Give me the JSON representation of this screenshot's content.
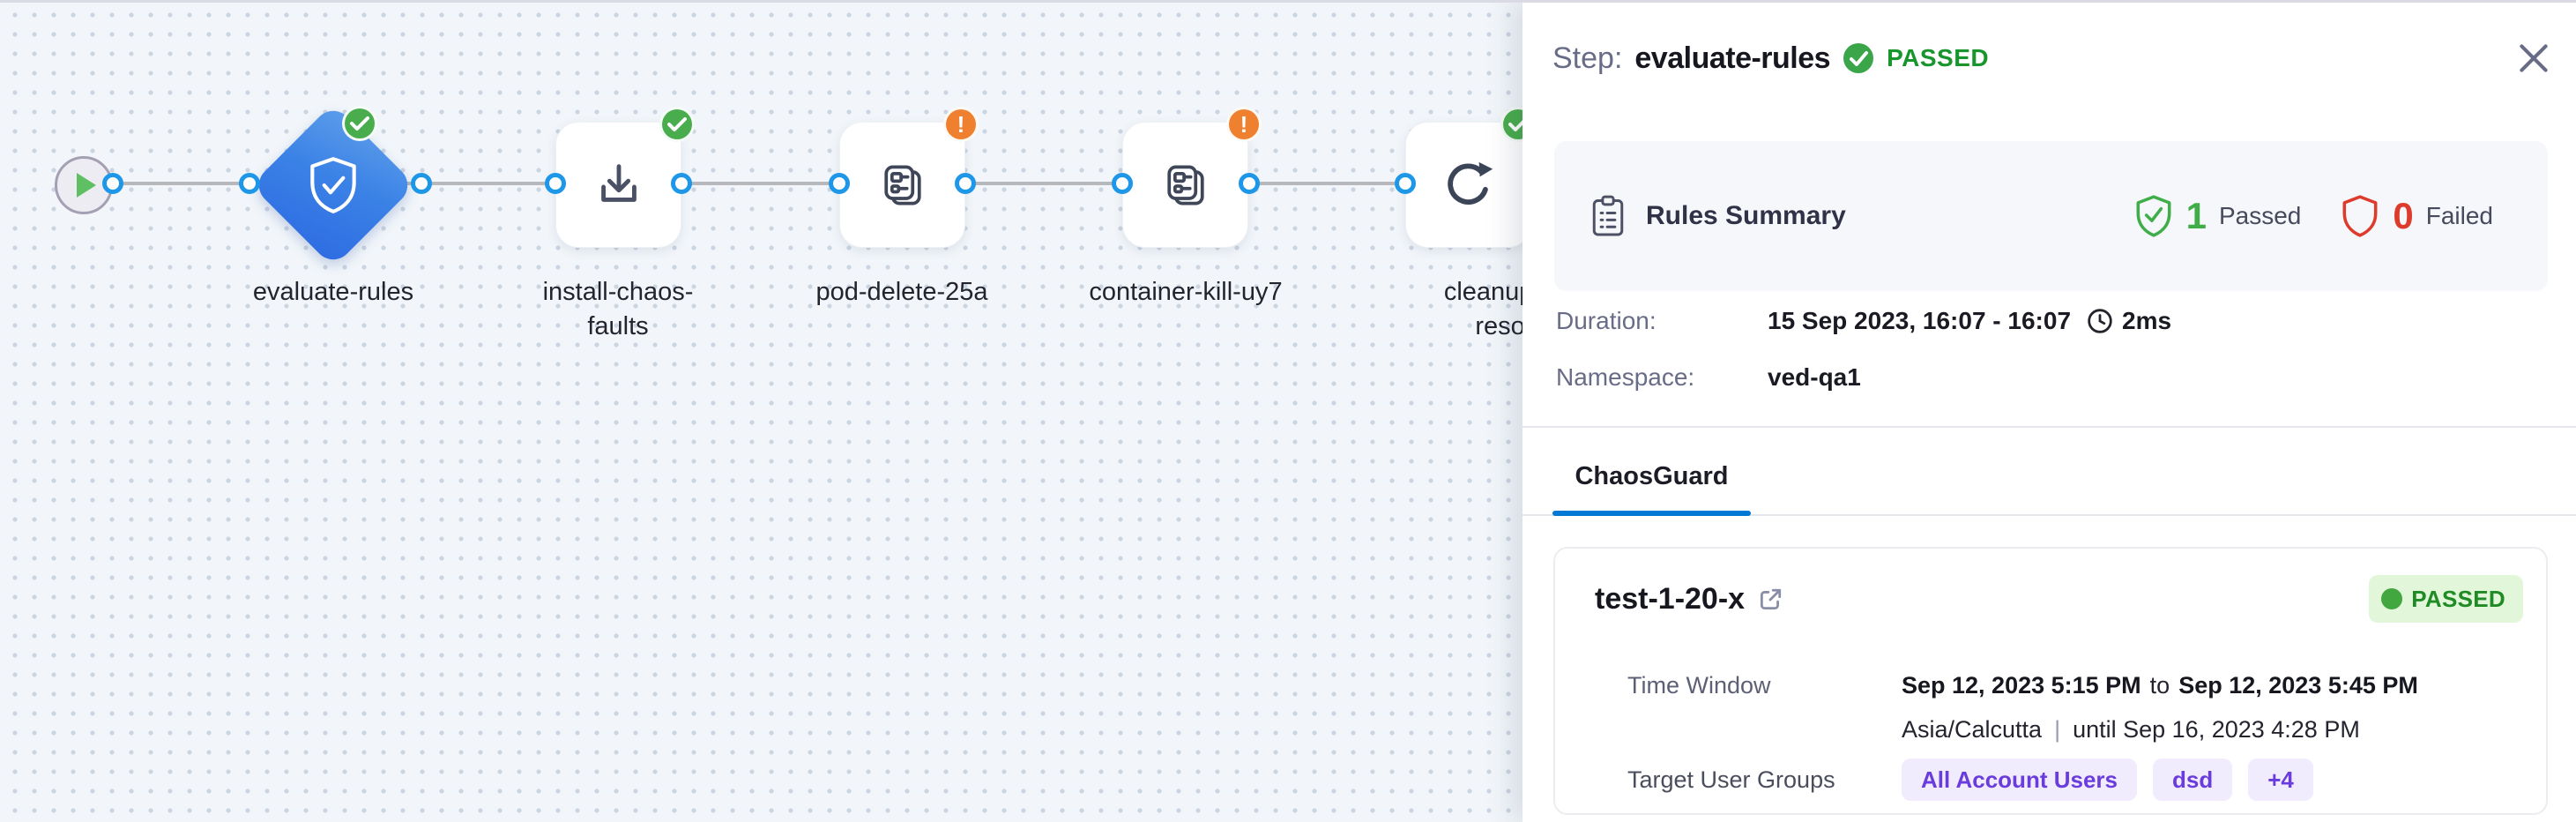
{
  "canvas": {
    "nodes": [
      {
        "label": "evaluate-rules",
        "status": "passed"
      },
      {
        "label": "install-chaos-faults",
        "status": "passed"
      },
      {
        "label": "pod-delete-25a",
        "status": "warning"
      },
      {
        "label": "container-kill-uy7",
        "status": "warning"
      },
      {
        "label": "cleanup-chaos-resources",
        "status": "passed"
      }
    ]
  },
  "panel": {
    "header": {
      "step_label": "Step:",
      "step_name": "evaluate-rules",
      "status": "PASSED"
    },
    "rules_summary": {
      "title": "Rules Summary",
      "passed_count": "1",
      "passed_label": "Passed",
      "failed_count": "0",
      "failed_label": "Failed"
    },
    "details": {
      "duration_label": "Duration:",
      "duration_value": "15 Sep 2023, 16:07 - 16:07",
      "duration_elapsed": "2ms",
      "namespace_label": "Namespace:",
      "namespace_value": "ved-qa1"
    },
    "tabs": [
      {
        "label": "ChaosGuard",
        "active": true
      }
    ],
    "guard_card": {
      "name": "test-1-20-x",
      "status": "PASSED",
      "time_window_label": "Time Window",
      "time_from": "Sep 12, 2023 5:15 PM",
      "time_to_word": "to",
      "time_to": "Sep 12, 2023 5:45 PM",
      "timezone": "Asia/Calcutta",
      "timezone_sep": "|",
      "until_text": "until Sep 16, 2023 4:28 PM",
      "target_label": "Target User Groups",
      "groups": [
        "All Account Users",
        "dsd",
        "+4"
      ]
    }
  },
  "icons": {
    "exclamation": "!"
  },
  "colors": {
    "status_green": "#49ad4d",
    "status_orange": "#ee8030",
    "status_red": "#dd3b2b",
    "accent_blue": "#0278d5",
    "node_blue": "#3b82e6",
    "purple_chip": "#6a3bdd",
    "passed_pill_bg": "#e2f6d9"
  }
}
